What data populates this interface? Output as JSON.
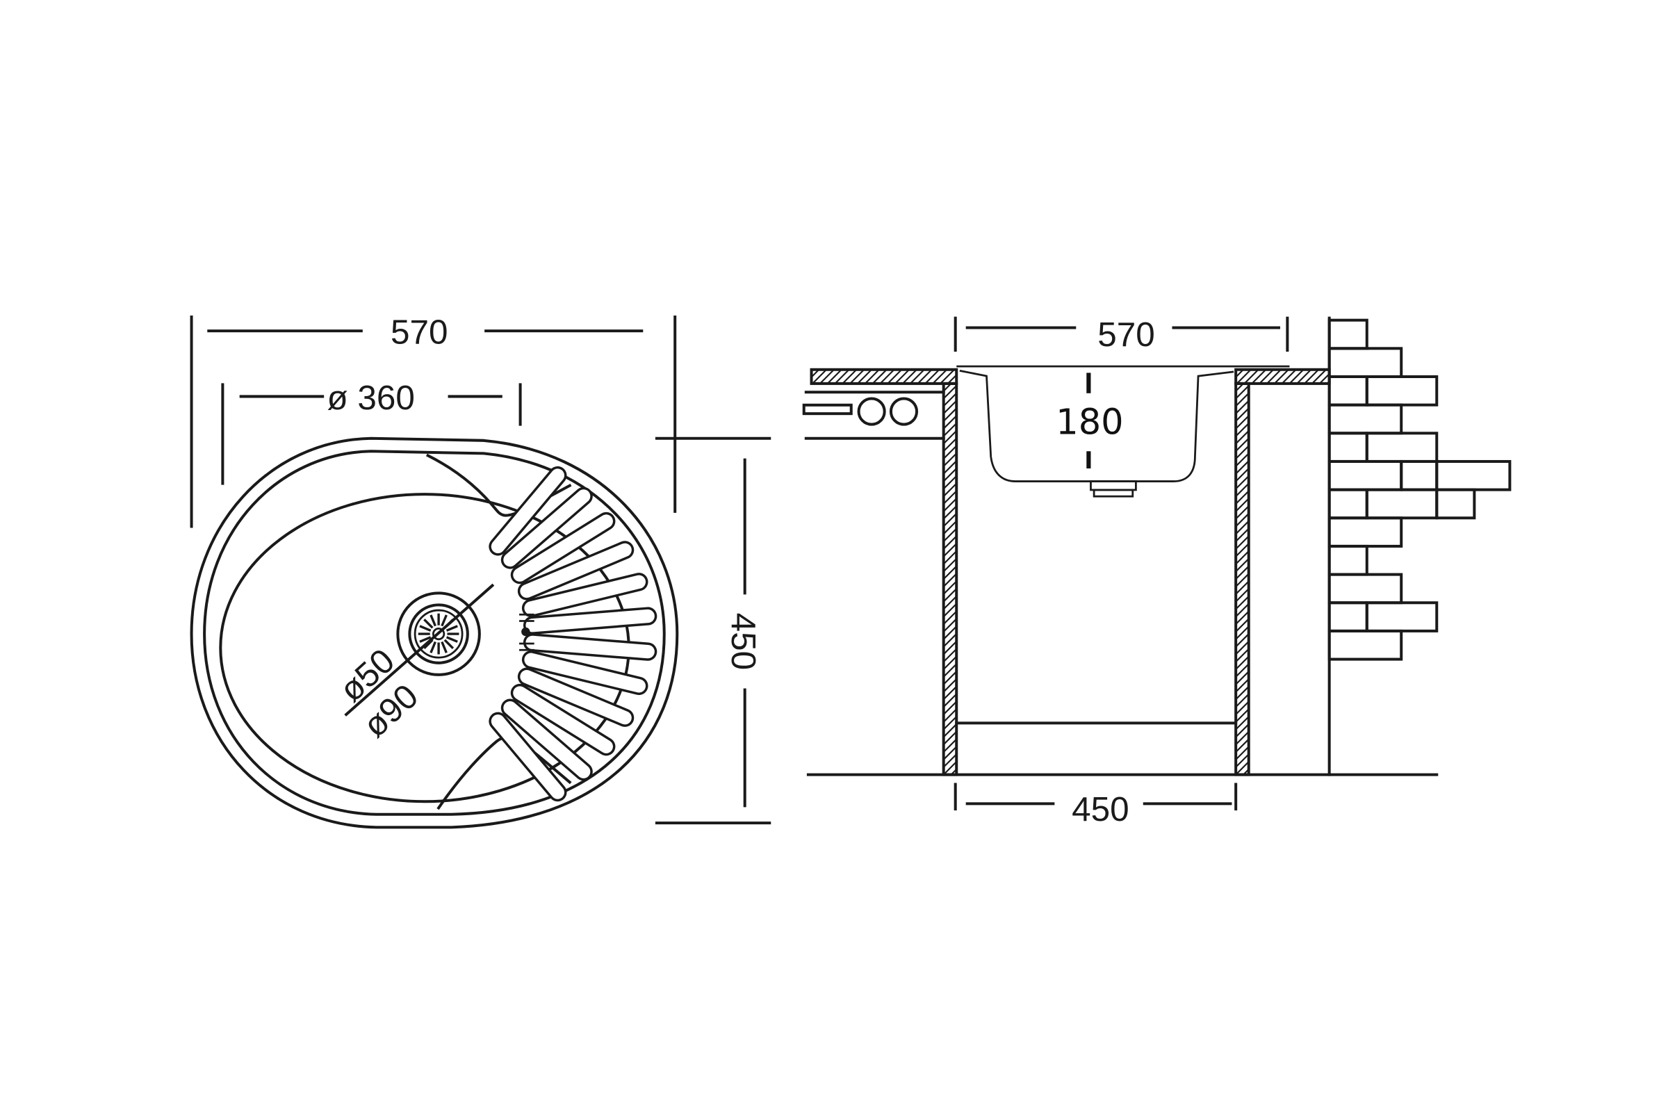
{
  "top_view": {
    "width_label": "570",
    "bowl_diameter_label": "ø 360",
    "depth_label": "450",
    "drain_inner_label": "ø50",
    "drain_outer_label": "ø90",
    "drainboard_ribs": 12
  },
  "side_view": {
    "width_label": "570",
    "bowl_depth_label": "180",
    "cabinet_width_label": "450"
  },
  "colors": {
    "line": "#1a1a1a",
    "background": "#ffffff"
  }
}
